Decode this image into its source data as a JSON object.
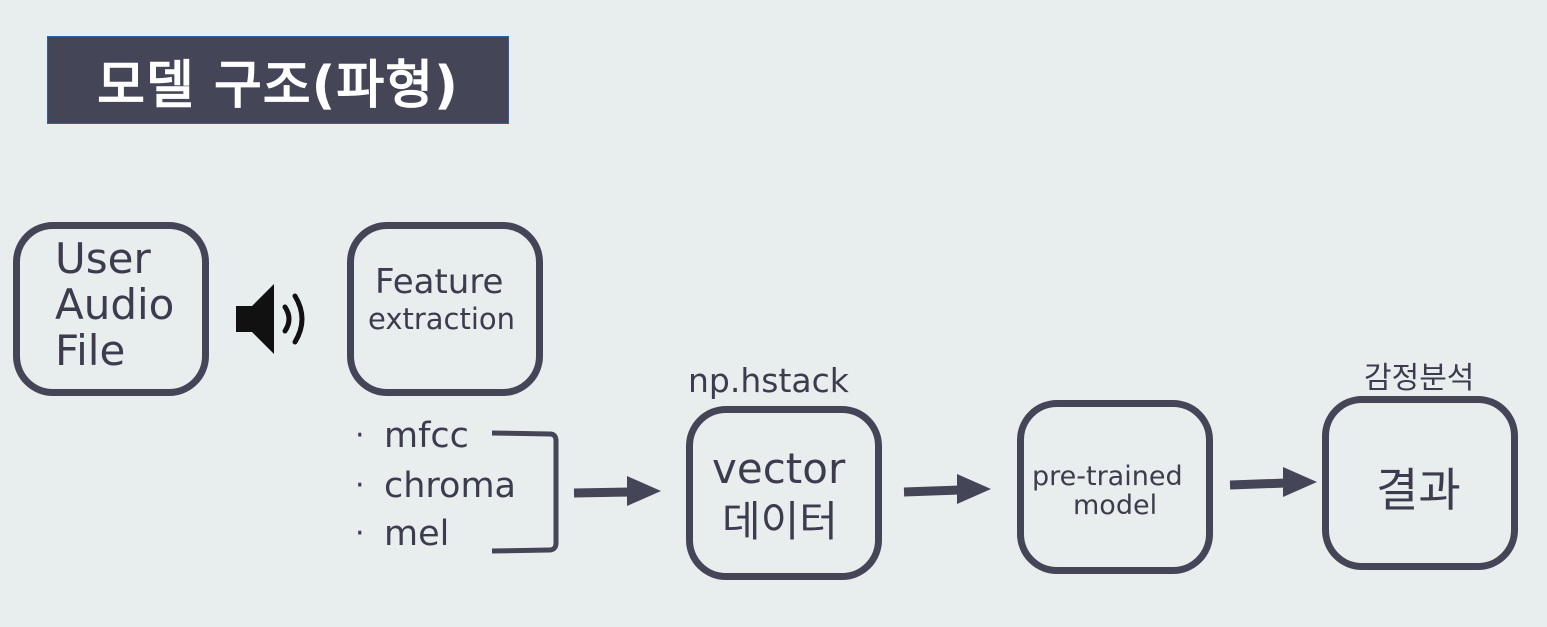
{
  "title": "모델 구조(파형)",
  "nodes": {
    "user_audio": {
      "line1": "User",
      "line2": "Audio",
      "line3": "File"
    },
    "feature": {
      "line1": "Feature",
      "line2": "extraction"
    },
    "vector": {
      "line1": "vector",
      "line2": "데이터",
      "label": "np.hstack"
    },
    "model": {
      "line1": "pre-trained",
      "line2": "model"
    },
    "result": {
      "text": "결과",
      "label": "감정분석"
    }
  },
  "features": [
    "mfcc",
    "chroma",
    "mel"
  ],
  "bullet": "·",
  "icons": {
    "sound": "speaker-icon",
    "wave": "waveform-icon"
  },
  "colors": {
    "background": "#e8eeee",
    "box": "#454558",
    "title_bg": "#454558",
    "wave_start": "#e0508c",
    "wave_mid": "#b040e0",
    "wave_end": "#30a8e0"
  }
}
